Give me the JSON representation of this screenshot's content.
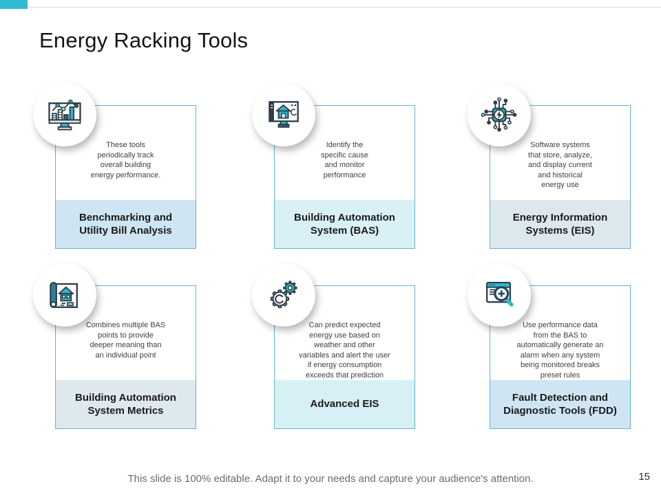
{
  "slide": {
    "title": "Energy Racking Tools",
    "footer": "This slide is 100% editable. Adapt it to your needs and capture your audience's attention.",
    "page_number": "15"
  },
  "colors": {
    "accent_cyan": "#2fbcd3",
    "card_border": "#5fb7c9",
    "icon_outline_dark": "#2f3e48",
    "icon_teal": "#2eb8ce"
  },
  "cards": [
    {
      "icon": "bar-chart-monitor-icon",
      "description": "These tools\nperiodically track\noverall building\nenergy performance.",
      "title": "Benchmarking and\nUtility Bill Analysis",
      "band_color": "#cfe5f3"
    },
    {
      "icon": "home-automation-monitor-icon",
      "description": "Identify the\nspecific cause\nand monitor\nperformance",
      "title": "Building Automation\nSystem (BAS)",
      "band_color": "#d9f1f6"
    },
    {
      "icon": "energy-chip-icon",
      "description": "Software systems\nthat store, analyze,\nand display current\nand historical\nenergy use",
      "title": "Energy Information\nSystems (EIS)",
      "band_color": "#dde8ee"
    },
    {
      "icon": "blueprint-house-icon",
      "description": "Combines multiple BAS\npoints to provide\ndeeper meaning than\nan individual point",
      "title": "Building Automation\nSystem Metrics",
      "band_color": "#dee9ee"
    },
    {
      "icon": "gears-icon",
      "description": "Can predict expected\nenergy use based on\nweather and other\nvariables and alert the user\nif energy consumption\nexceeds that prediction",
      "title": "Advanced EIS",
      "band_color": "#d7f0f5"
    },
    {
      "icon": "magnifier-browser-icon",
      "description": "Use performance data\nfrom the BAS to\nautomatically generate an\nalarm when any system\nbeing monitored breaks\npreset rules",
      "title": "Fault Detection and\nDiagnostic Tools (FDD)",
      "band_color": "#cfe5f3"
    }
  ]
}
